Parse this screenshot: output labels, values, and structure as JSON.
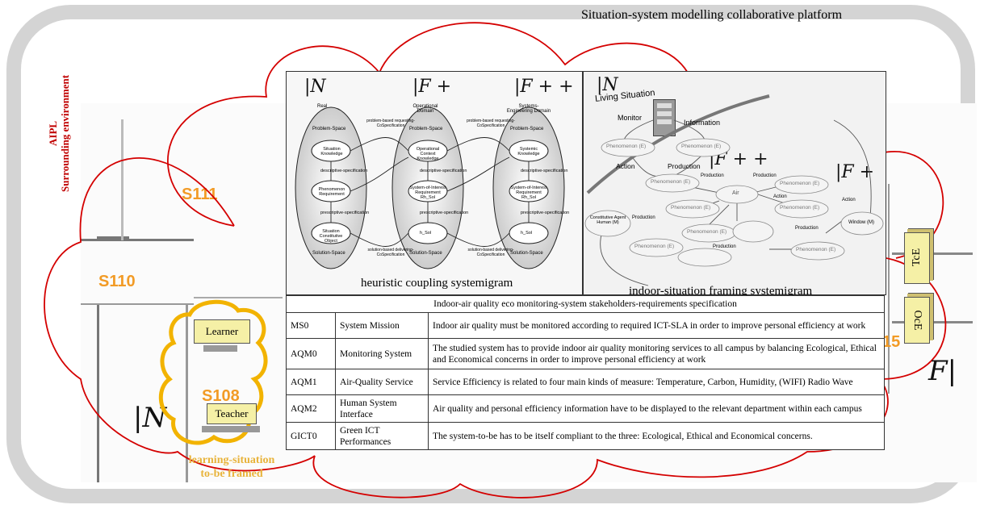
{
  "platform": {
    "title": "Situation-system modelling collaborative platform"
  },
  "rooms": [
    "S111",
    "S110",
    "S108",
    "15"
  ],
  "surrounding": {
    "line1": "AIPL",
    "line2": "Surrounding environment"
  },
  "learning_situation": {
    "line1": "learning-situation",
    "line2": "to-be framed",
    "learner": "Learner",
    "teacher": "Teacher"
  },
  "markers": {
    "n_left": "|N",
    "f_right": "F|",
    "n_panel1": "|N",
    "f_plus": "|F +",
    "f_plus_plus": "|F + +",
    "n_panel2": "|N",
    "f_plus_panel2": "|F +",
    "f_plus_plus_panel2": "|F + +"
  },
  "right_boxes": {
    "tce": "TcE",
    "oce": "OcE"
  },
  "systemigram1": {
    "caption": "heuristic coupling systemigram",
    "col1": {
      "top": "Real",
      "space": "Problem-Space",
      "n1": "Situation Knowledge",
      "n2": "Phenomenon Requirement",
      "n3": "Situation Constitutive Object",
      "bottom": "Solution-Space"
    },
    "col2": {
      "top": "Operational Domain",
      "space": "Problem-Space",
      "n1": "Operational Context Knowledge",
      "n2": "System-of-Interest Requirement Rh_Sol",
      "n3": "h_Sol",
      "bottom": "Solution-Space"
    },
    "col3": {
      "top": "Systems-Engineering Domain",
      "space": "Problem-Space",
      "n1": "Systemic Knowledge",
      "n2": "System-of-Interest Requirement Rh_Sol",
      "n3": "h_Sol",
      "bottom": "Solution-Space"
    },
    "edges": {
      "descr": "descriptive-specification",
      "prescr": "prescriptive-specification",
      "top_link": "problem-based requesting-CoSpecification",
      "bottom_link": "solution-based delivering-CoSpecification"
    }
  },
  "systemigram2": {
    "caption": "indoor-situation framing systemigram",
    "living": "Living Situation",
    "monitor": "Monitor",
    "information": "Information",
    "action": "Action",
    "production": "Production",
    "phenomenon": "Phenomenon (E)",
    "air": "Air",
    "agent": "Constitutive Agent Human (M)",
    "window": "Window (M)"
  },
  "table": {
    "title": "Indoor-air quality eco monitoring-system stakeholders-requirements specification",
    "rows": [
      {
        "id": "MS0",
        "name": "System Mission",
        "desc": "Indoor air quality must be monitored according to required ICT-SLA in order to improve personal efficiency at work"
      },
      {
        "id": "AQM0",
        "name": "Monitoring System",
        "desc": "The studied system has to provide indoor air quality monitoring services to all campus by balancing Ecological, Ethical and Economical concerns in order to improve personal efficiency at work"
      },
      {
        "id": "AQM1",
        "name": "Air-Quality Service",
        "desc": "Service Efficiency is related to four main kinds of measure: Temperature, Carbon, Humidity, (WIFI) Radio Wave"
      },
      {
        "id": "AQM2",
        "name": "Human System Interface",
        "desc": "Air quality and personal efficiency information have to be displayed to the relevant department within each campus"
      },
      {
        "id": "GICT0",
        "name": "Green ICT Performances",
        "desc": "The system-to-be has to be itself compliant to the three: Ecological, Ethical and Economical concerns."
      }
    ]
  },
  "colors": {
    "cloud": "#d40000",
    "ls_cloud": "#f2b300",
    "room": "#f29b26",
    "frame": "#d4d4d4"
  }
}
